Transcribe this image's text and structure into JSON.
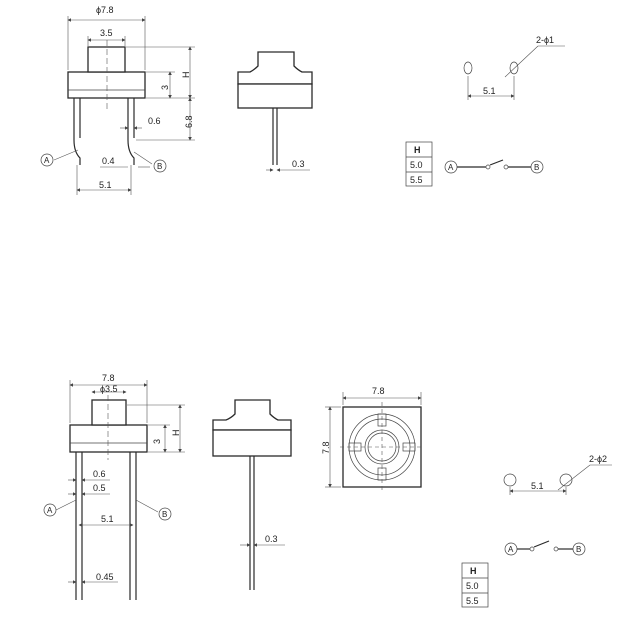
{
  "top": {
    "front": {
      "dia": "ϕ7.8",
      "w": "3.5",
      "h": "H",
      "three": "3",
      "pin_w": "0.6",
      "pin_len": "6.8",
      "pin_gap": "0.4",
      "spacing": "5.1",
      "a": "A",
      "b": "B"
    },
    "side": {
      "pin": "0.3"
    },
    "footprint": {
      "holes": "2-ϕ1",
      "spacing": "5.1"
    },
    "table": {
      "header": "H",
      "rows": [
        "5.0",
        "5.5"
      ]
    },
    "schematic": {
      "a": "A",
      "b": "B"
    }
  },
  "bottom": {
    "front": {
      "w": "7.8",
      "dia": "ϕ3.5",
      "h": "H",
      "three": "3",
      "pin_w": "0.6",
      "pin_t": "0.5",
      "spacing": "5.1",
      "tip": "0.45",
      "a": "A",
      "b": "B"
    },
    "side": {
      "pin": "0.3"
    },
    "top_view": {
      "w": "7.8",
      "h": "7.8"
    },
    "footprint": {
      "holes": "2-ϕ2",
      "spacing": "5.1"
    },
    "table": {
      "header": "H",
      "rows": [
        "5.0",
        "5.5"
      ]
    },
    "schematic": {
      "a": "A",
      "b": "B"
    }
  }
}
